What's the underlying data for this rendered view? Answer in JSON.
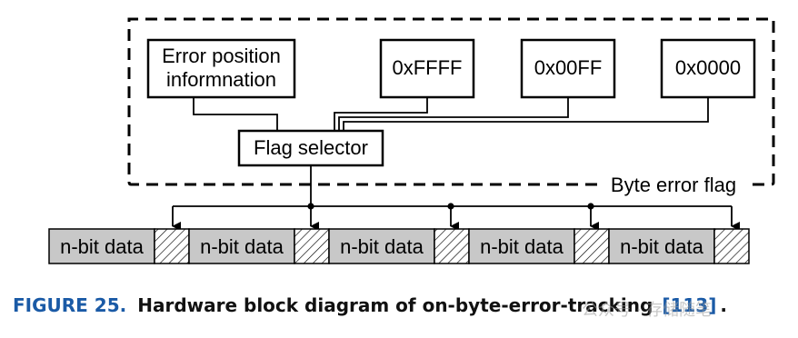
{
  "diagram": {
    "sources": [
      {
        "label_lines": [
          "Error position",
          "informnation"
        ]
      },
      {
        "label_lines": [
          "0xFFFF"
        ]
      },
      {
        "label_lines": [
          "0x00FF"
        ]
      },
      {
        "label_lines": [
          "0x0000"
        ]
      }
    ],
    "selector_label": "Flag selector",
    "group_label": "Byte error flag",
    "data_cells": [
      "n-bit data",
      "n-bit data",
      "n-bit data",
      "n-bit data",
      "n-bit data"
    ]
  },
  "caption": {
    "figure_label": "FIGURE 25.",
    "text": "Hardware block diagram of on-byte-error-tracking",
    "reference": "[113]",
    "end": "."
  },
  "watermark": {
    "text": "公众号 · 存储随笔"
  },
  "colors": {
    "cell_fill": "#c8c8c8",
    "caption_accent": "#1a5aa6"
  }
}
